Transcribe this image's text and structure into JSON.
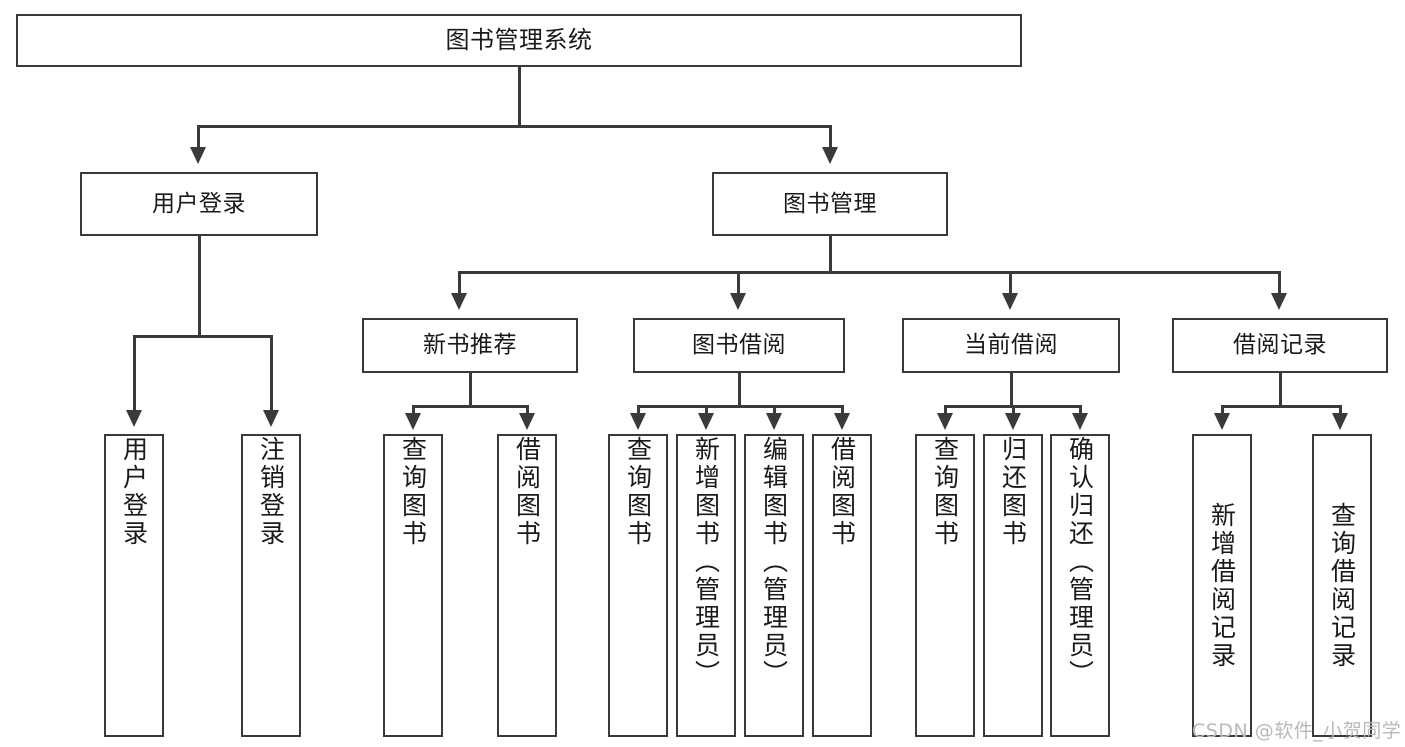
{
  "diagram": {
    "title": "图书管理系统",
    "type": "tree-hierarchy",
    "root": {
      "label": "图书管理系统"
    },
    "level1": [
      {
        "label": "用户登录"
      },
      {
        "label": "图书管理"
      }
    ],
    "level2": [
      {
        "label": "新书推荐"
      },
      {
        "label": "图书借阅"
      },
      {
        "label": "当前借阅"
      },
      {
        "label": "借阅记录"
      }
    ],
    "leaves": {
      "user_login": [
        {
          "label": "用户登录"
        },
        {
          "label": "注销登录"
        }
      ],
      "new_book": [
        {
          "label": "查询图书"
        },
        {
          "label": "借阅图书"
        }
      ],
      "book_borrow": [
        {
          "label": "查询图书"
        },
        {
          "label": "新增图书（管理员）"
        },
        {
          "label": "编辑图书（管理员）"
        },
        {
          "label": "借阅图书"
        }
      ],
      "current_borrow": [
        {
          "label": "查询图书"
        },
        {
          "label": "归还图书"
        },
        {
          "label": "确认归还（管理员）"
        }
      ],
      "borrow_record": [
        {
          "label": "新增借阅记录"
        },
        {
          "label": "查询借阅记录"
        }
      ]
    }
  },
  "watermark": {
    "text": "CSDN @软件_小贺同学"
  },
  "colors": {
    "border": "#3a3a3a",
    "background": "#ffffff",
    "text": "#1a1a1a",
    "watermark": "#b9b9b9"
  }
}
